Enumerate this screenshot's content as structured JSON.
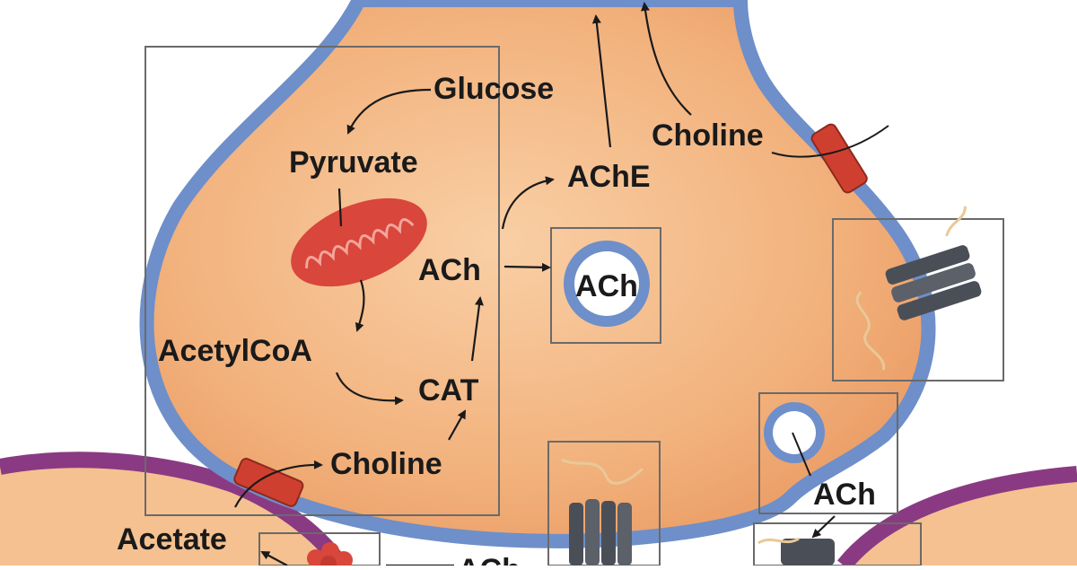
{
  "diagram": {
    "labels": {
      "glucose": "Glucose",
      "pyruvate": "Pyruvate",
      "acetylcoa": "AcetylCoA",
      "cat": "CAT",
      "choline_inner": "Choline",
      "ach_inner": "ACh",
      "ache": "AChE",
      "choline_top": "Choline",
      "ach_vesicle": "ACh",
      "ach_release": "ACh",
      "acetate": "Acetate",
      "ach_bottom": "ACh"
    },
    "colors": {
      "terminal_fill": "#f2b27d",
      "terminal_light": "#f7c79b",
      "membrane": "#6e8fc9",
      "postsynaptic_membrane": "#8a3a83",
      "postsynaptic_fill": "#f5c190",
      "mitochondrion": "#d8463c",
      "transporter": "#cf3f2f",
      "receptor": "#4a4f57",
      "box_stroke": "#6a6a6a",
      "text": "#1a1a1a"
    },
    "icons": [
      "mitochondrion-icon",
      "transporter-icon",
      "receptor-icon",
      "vesicle-icon",
      "enzyme-cluster-icon"
    ]
  }
}
